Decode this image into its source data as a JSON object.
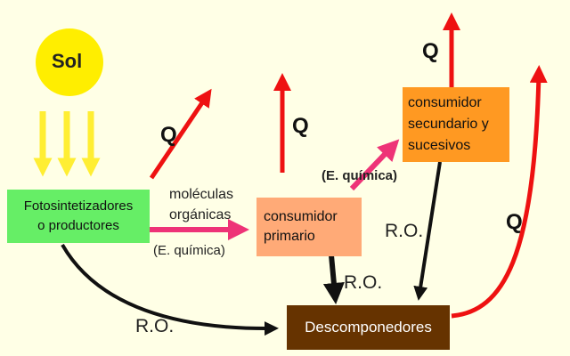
{
  "colors": {
    "background": "#ffffe6",
    "sun": "#ffee00",
    "sun_rays": "#ffee33",
    "producers_box": "#66ee66",
    "primary_box": "#ffaa77",
    "secondary_box": "#ff9922",
    "decomposers_box": "#663300",
    "heat_arrow": "#ee1111",
    "energy_arrow": "#ee3377",
    "ro_arrow": "#111111"
  },
  "nodes": {
    "sun": "Sol",
    "producers": {
      "line1": "Fotosintetizadores",
      "line2": "o productores"
    },
    "primary": {
      "line1": "consumidor",
      "line2": "primario"
    },
    "secondary": {
      "line1": "consumidor",
      "line2": "secundario y",
      "line3": "sucesivos"
    },
    "decomposers": "Descomponedores"
  },
  "labels": {
    "organic_molecules_1": "moléculas",
    "organic_molecules_2": "orgánicas",
    "chemical_energy_1": "(E. química)",
    "chemical_energy_2": "(E. química)",
    "heat_1": "Q",
    "heat_2": "Q",
    "heat_3": "Q",
    "heat_4": "Q",
    "ro_1": "R.O.",
    "ro_2": "R.O.",
    "ro_3": "R.O."
  }
}
